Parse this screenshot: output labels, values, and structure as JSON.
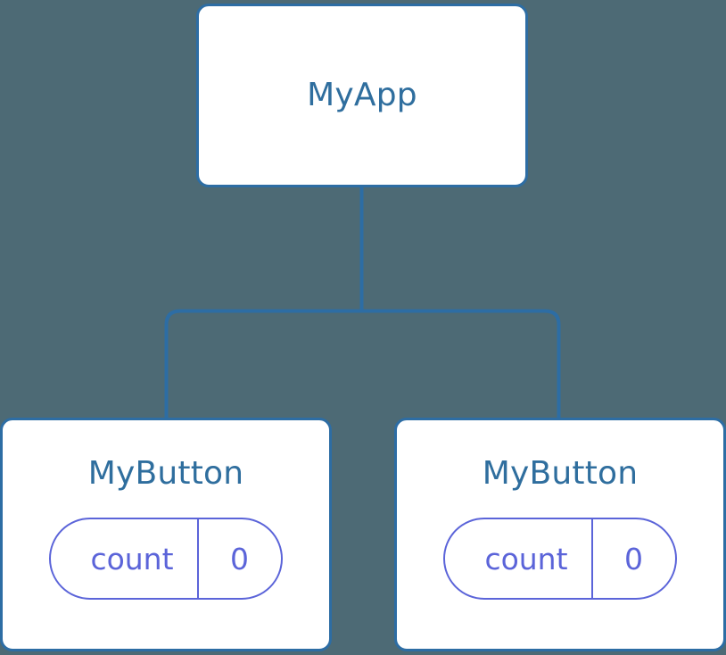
{
  "diagram": {
    "background_color": "#4d6a75",
    "node_border_color": "#2d6da4",
    "node_fill_color": "#ffffff",
    "node_title_color": "#2f6e9e",
    "property_color": "#5b64d9",
    "edge_color": "#2d6da4"
  },
  "root": {
    "title": "MyApp"
  },
  "children": [
    {
      "title": "MyButton",
      "property": {
        "key": "count",
        "value": "0"
      }
    },
    {
      "title": "MyButton",
      "property": {
        "key": "count",
        "value": "0"
      }
    }
  ]
}
